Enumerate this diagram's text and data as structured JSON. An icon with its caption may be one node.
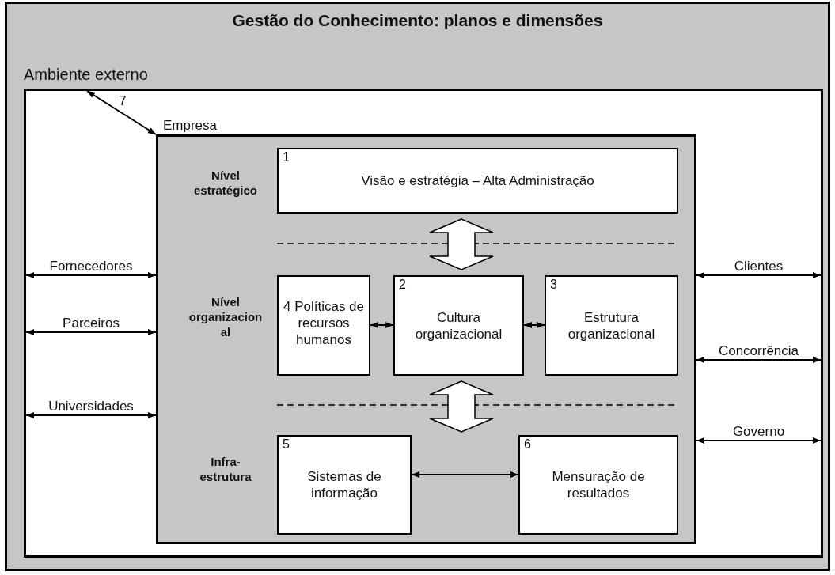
{
  "diagram": {
    "title": "Gestão do Conhecimento: planos e dimensões",
    "nodes": [
      {
        "text": [
          "Ambiente externo"
        ]
      },
      {
        "text": [
          "Empresa"
        ],
        "in": 0
      },
      {
        "text": [
          "1",
          "Visão e estratégia – Alta Administração"
        ],
        "in": 1
      },
      {
        "text": [
          "4 Políticas de recursos humanos"
        ],
        "in": 1
      },
      {
        "text": [
          "2",
          "Cultura organizacional"
        ],
        "in": 1
      },
      {
        "text": [
          "3",
          "Estrutura organizacional"
        ],
        "in": 1
      },
      {
        "text": [
          "5",
          "Sistemas de informação"
        ],
        "in": 1
      },
      {
        "text": [
          "6",
          "Mensuração de resultados"
        ],
        "in": 1
      }
    ],
    "edges": [
      {
        "from": 0,
        "to": 1,
        "arrow": "both",
        "label": "7"
      },
      {
        "from": 0,
        "to": 1,
        "arrow": "both",
        "label": "Fornecedores"
      },
      {
        "from": 0,
        "to": 1,
        "arrow": "both",
        "label": "Parceiros"
      },
      {
        "from": 0,
        "to": 1,
        "arrow": "both",
        "label": "Universidades"
      },
      {
        "from": 1,
        "to": 0,
        "arrow": "both",
        "label": "Clientes"
      },
      {
        "from": 1,
        "to": 0,
        "arrow": "both",
        "label": "Concorrência"
      },
      {
        "from": 1,
        "to": 0,
        "arrow": "both",
        "label": "Governo"
      },
      {
        "from": 3,
        "to": 4,
        "arrow": "both"
      },
      {
        "from": 4,
        "to": 5,
        "arrow": "both"
      },
      {
        "from": 2,
        "to": 4,
        "arrow": "both",
        "style": "thick"
      },
      {
        "from": 4,
        "to": null,
        "arrow": "both",
        "style": "thick"
      },
      {
        "from": 6,
        "to": 7,
        "arrow": "both"
      }
    ],
    "labels": [
      "Nível estratégico",
      "Nível organizacional",
      "Infra-estrutura"
    ]
  }
}
